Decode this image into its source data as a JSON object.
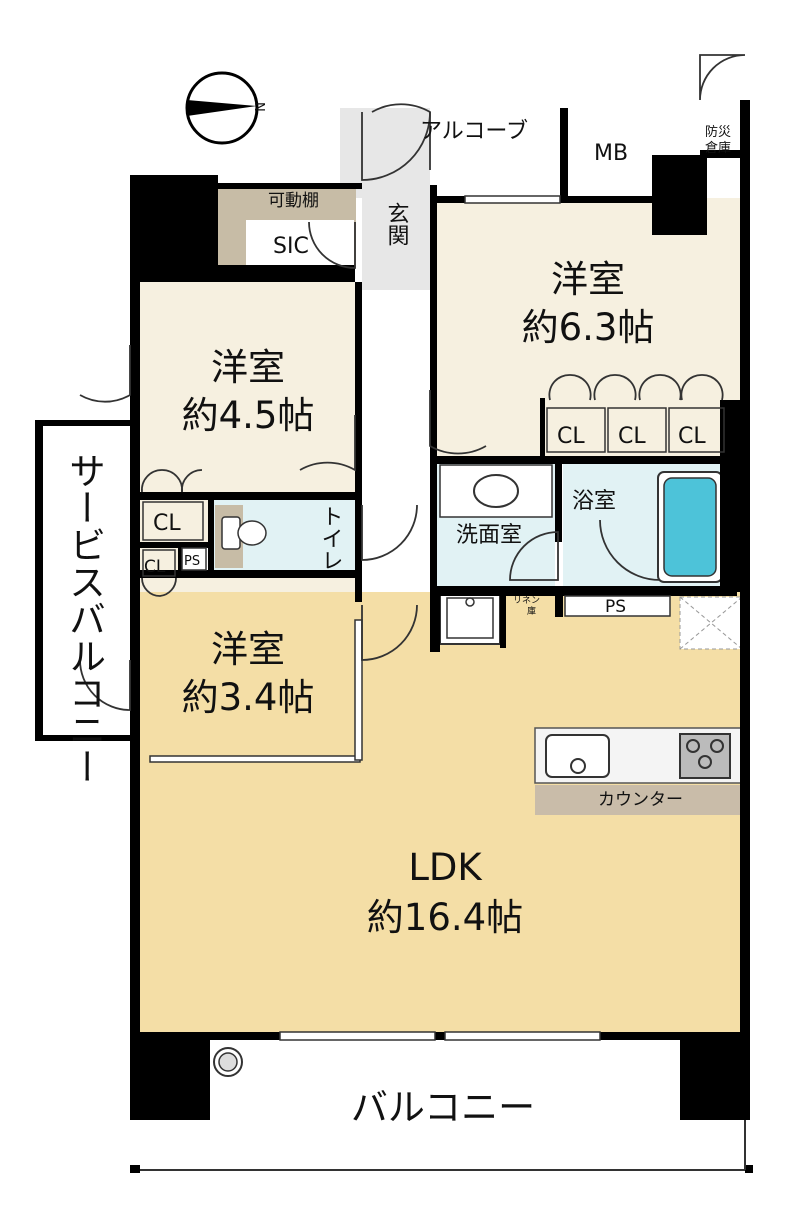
{
  "colors": {
    "room_beige": "#f6f0e0",
    "ldk_tan": "#f4dea6",
    "wet_blue": "#e1f2f4",
    "tile_gray": "#e7e7e7",
    "wall": "#000000",
    "counter_brown": "#c9bca9",
    "sic_brown": "#c7bca6",
    "tub_cyan": "#4dc3d9"
  },
  "icons": [
    "compass-north-icon",
    "door-swing-icon",
    "toilet-icon",
    "bathtub-icon",
    "sink-icon",
    "stove-icon",
    "washing-machine-icon"
  ],
  "rooms": {
    "western_a": {
      "name": "洋室",
      "size": "約6.3帖"
    },
    "western_b": {
      "name": "洋室",
      "size": "約4.5帖"
    },
    "western_c": {
      "name": "洋室",
      "size": "約3.4帖"
    },
    "ldk": {
      "name": "LDK",
      "size": "約16.4帖"
    }
  },
  "labels": {
    "north": "N",
    "alcove": "アルコーブ",
    "mb": "MB",
    "disaster_storage_1": "防災",
    "disaster_storage_2": "倉庫",
    "movable_shelf": "可動棚",
    "sic": "SIC",
    "entrance": "玄関",
    "toilet": "トイレ",
    "bath": "浴室",
    "washroom": "洗面室",
    "linen_1": "リネン",
    "linen_2": "庫",
    "ps": "PS",
    "cl": "CL",
    "counter": "カウンター",
    "service_balcony": "サービスバルコニー",
    "balcony": "バルコニー"
  }
}
